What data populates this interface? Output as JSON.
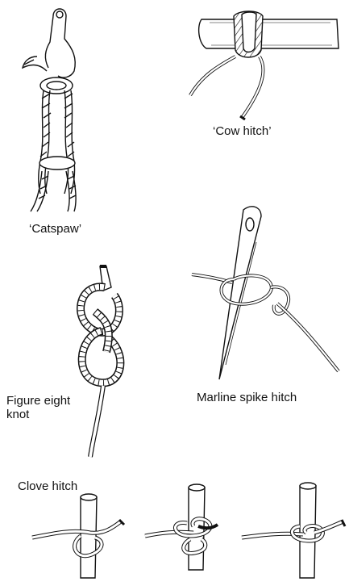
{
  "labels": {
    "catspaw": "‘Catspaw’",
    "cow_hitch": "‘Cow hitch’",
    "figure_eight_line1": "Figure eight",
    "figure_eight_line2": "knot",
    "marline_spike": "Marline spike hitch",
    "clove_hitch": "Clove hitch"
  },
  "colors": {
    "ink": "#111111",
    "paper": "#ffffff"
  },
  "icons": [
    "catspaw-knot-illustration",
    "cow-hitch-illustration",
    "figure-eight-knot-illustration",
    "marline-spike-hitch-illustration",
    "clove-hitch-step-1-illustration",
    "clove-hitch-step-2-illustration",
    "clove-hitch-step-3-illustration"
  ]
}
